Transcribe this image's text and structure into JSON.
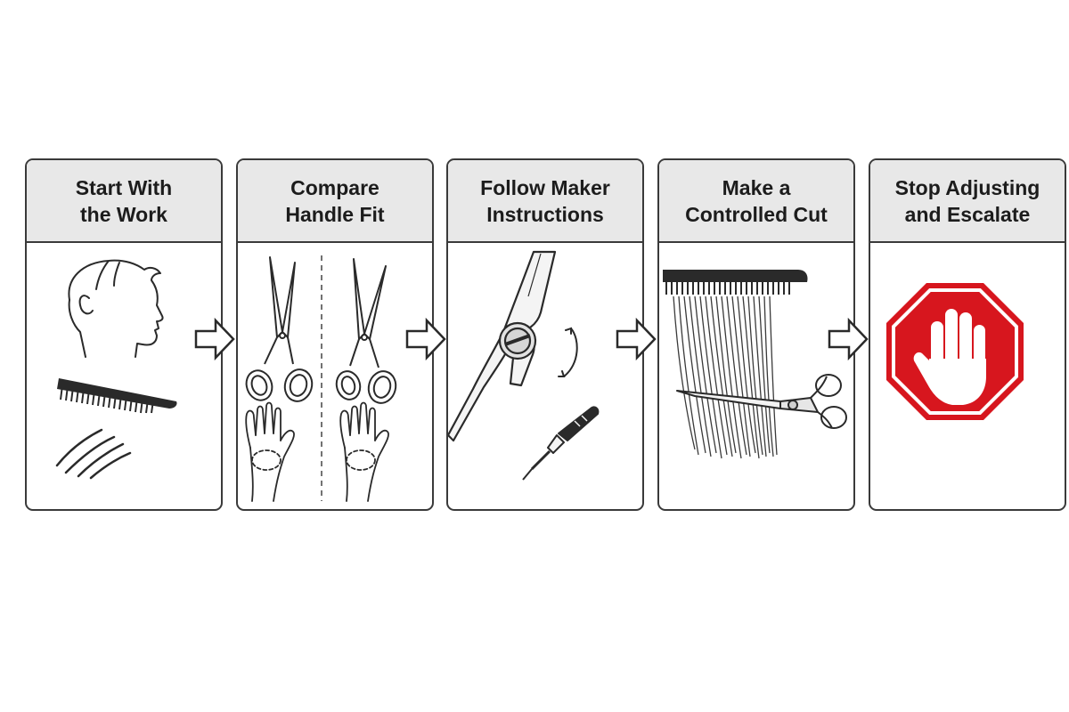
{
  "steps": [
    {
      "title": "Start With\nthe Work",
      "icons": [
        "head-profile-icon",
        "comb-icon",
        "hair-strands-icon"
      ]
    },
    {
      "title": "Compare\nHandle Fit",
      "icons": [
        "scissors-icon",
        "hand-palm-icon",
        "divider-line"
      ]
    },
    {
      "title": "Follow Maker\nInstructions",
      "icons": [
        "pivot-screw-icon",
        "rotate-arrow-icon",
        "screwdriver-icon"
      ]
    },
    {
      "title": "Make a\nControlled Cut",
      "icons": [
        "comb-icon",
        "hair-strands-icon",
        "scissors-icon"
      ]
    },
    {
      "title": "Stop Adjusting\nand Escalate",
      "icons": [
        "stop-sign-icon",
        "hand-stop-icon"
      ]
    }
  ],
  "colors": {
    "stop_red": "#d7161e",
    "header_gray": "#e8e8e8",
    "outline": "#3a3a3a"
  }
}
